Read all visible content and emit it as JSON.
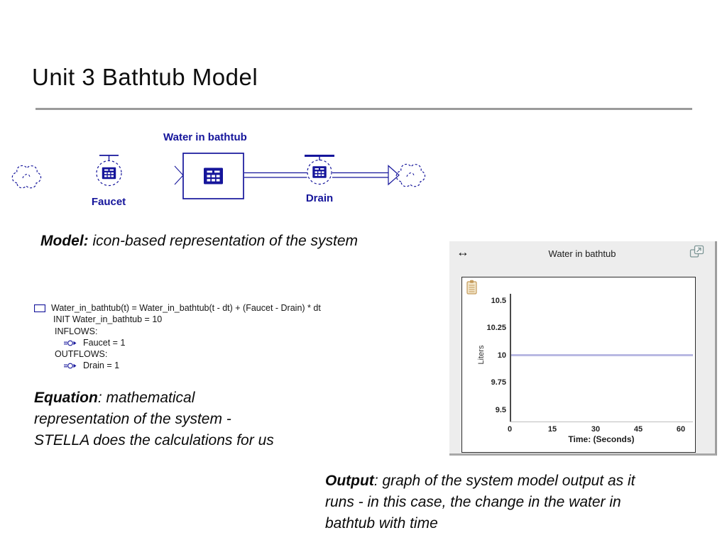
{
  "slide": {
    "title": "Unit 3 Bathtub Model"
  },
  "colors": {
    "diagram_navy": "#15159b",
    "plot_line": "#b9b9e3",
    "panel_bg": "#ededed",
    "rule_gray": "#9b9b9b"
  },
  "diagram": {
    "stock_label": "Water in bathtub",
    "faucet_label": "Faucet",
    "drain_label": "Drain"
  },
  "equations": {
    "line1": "Water_in_bathtub(t) = Water_in_bathtub(t - dt) + (Faucet - Drain) * dt",
    "line2": "INIT Water_in_bathtub = 10",
    "inflows_header": "INFLOWS:",
    "inflow_eq": "Faucet = 1",
    "outflows_header": "OUTFLOWS:",
    "outflow_eq": "Drain = 1"
  },
  "captions": {
    "model": {
      "bold": "Model:",
      "rest": " icon-based representation of the system"
    },
    "equation": {
      "bold": "Equation",
      "line1_rest": ": mathematical",
      "line2": "representation of the system -",
      "line3": "STELLA does the calculations for us"
    },
    "output": {
      "bold": "Output",
      "line1_rest": ": graph of the system model output as it",
      "line2": "runs - in this case, the change in the water in",
      "line3": "bathtub with time"
    }
  },
  "graph": {
    "drag_icon": "↔",
    "title": "Water in bathtub",
    "ylabel": "Liters",
    "xlabel": "Time: (Seconds)",
    "y_ticks": [
      "10.5",
      "10.25",
      "10",
      "9.75",
      "9.5"
    ],
    "x_ticks": [
      "0",
      "15",
      "30",
      "45",
      "60"
    ]
  },
  "chart_data": {
    "type": "line",
    "title": "Water in bathtub",
    "xlabel": "Time: (Seconds)",
    "ylabel": "Liters",
    "x": [
      0,
      15,
      30,
      45,
      60
    ],
    "y": [
      10,
      10,
      10,
      10,
      10
    ],
    "xlim": [
      0,
      60
    ],
    "ylim": [
      9.5,
      10.5
    ],
    "x_ticks": [
      0,
      15,
      30,
      45,
      60
    ],
    "y_ticks": [
      9.5,
      9.75,
      10,
      10.25,
      10.5
    ],
    "grid": false,
    "legend": false,
    "series_color": "#b9b9e3"
  }
}
